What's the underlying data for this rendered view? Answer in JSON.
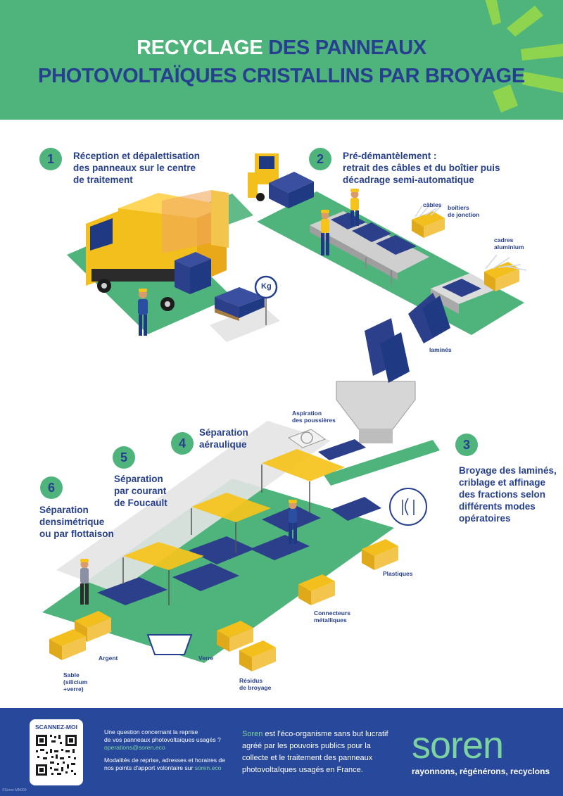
{
  "header": {
    "title_highlight": "RECYCLAGE",
    "title_rest_1": "DES PANNEAUX",
    "title_line_2": "PHOTOVOLTAÏQUES CRISTALLINS PAR BROYAGE"
  },
  "colors": {
    "green": "#4fb47c",
    "navy": "#263f8f",
    "footer_blue": "#28489b",
    "yellow": "#f6c31b",
    "light_green": "#7dd3a0"
  },
  "steps": [
    {
      "num": "1",
      "lines": [
        "Réception et dépalettisation",
        "des panneaux sur le centre",
        "de traitement"
      ]
    },
    {
      "num": "2",
      "lines": [
        "Pré-démantèlement :",
        "retrait des câbles et du boîtier puis",
        "décadrage semi-automatique"
      ]
    },
    {
      "num": "3",
      "lines": [
        "Broyage des laminés,",
        "criblage et affinage",
        "des fractions selon",
        "différents modes",
        "opératoires"
      ]
    },
    {
      "num": "4",
      "lines": [
        "Séparation",
        "aéraulique"
      ]
    },
    {
      "num": "5",
      "lines": [
        "Séparation",
        "par courant",
        "de Foucault"
      ]
    },
    {
      "num": "6",
      "lines": [
        "Séparation",
        "densimétrique",
        "ou par flottaison"
      ]
    }
  ],
  "labels": {
    "kg": "Kg",
    "cables": [
      "câbles"
    ],
    "boitiers": [
      "boîtiers",
      "de jonction"
    ],
    "cadres": [
      "cadres",
      "aluminium"
    ],
    "lamines": [
      "laminés"
    ],
    "aspiration": [
      "Aspiration",
      "des poussières"
    ],
    "plastiques": [
      "Plastiques"
    ],
    "connecteurs": [
      "Connecteurs",
      "métalliques"
    ],
    "verre": [
      "Verre"
    ],
    "argent": [
      "Argent"
    ],
    "sable": [
      "Sable",
      "(silicium",
      "+verre)"
    ],
    "residus": [
      "Résidus",
      "de broyage"
    ]
  },
  "footer": {
    "qr_title": "SCANNEZ-MOI",
    "question_lines": [
      "Une question concernant la reprise",
      "de vos panneaux photovoltaïques usagés ?"
    ],
    "email": "operations@soren.eco",
    "modalites_lines": [
      "Modalités de reprise, adresses et horaires de",
      "nos points d'apport volontaire sur"
    ],
    "website": "soren.eco",
    "desc_brand": "Soren",
    "desc_rest": " est l'éco-organisme sans but lucratif agréé par les pouvoirs publics pour la collecte et le traitement des panneaux photovoltaïques usagés en France.",
    "logo_text": "soren",
    "tagline": "rayonnons, régénérons, recyclons",
    "copyright": "©Soren MN000"
  }
}
